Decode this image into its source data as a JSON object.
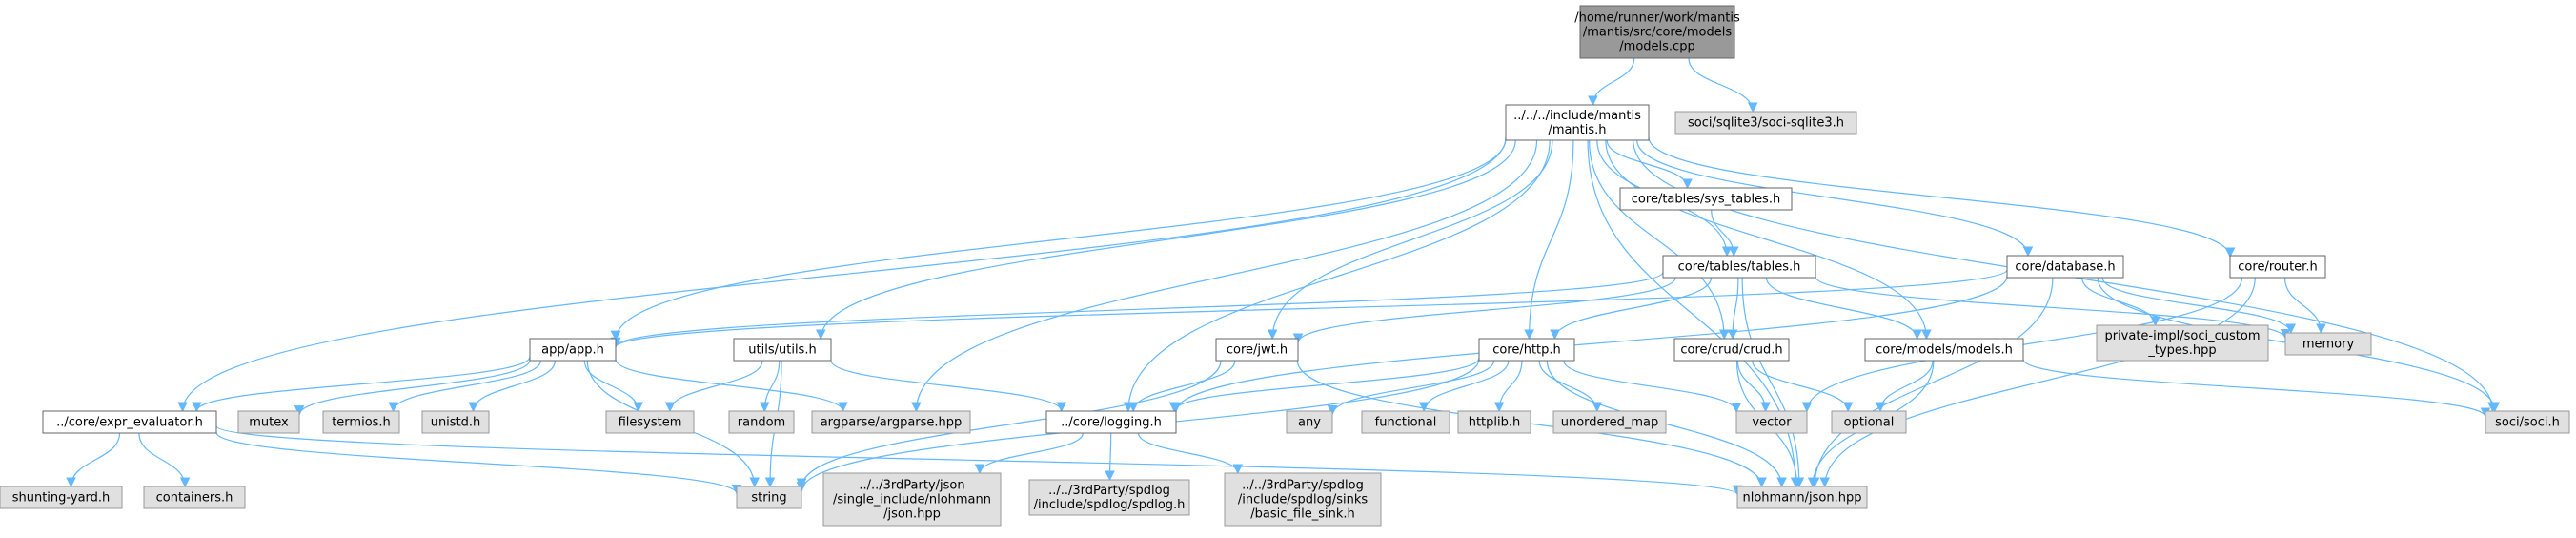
{
  "colors": {
    "root_fill": "#999999",
    "project_fill": "#ffffff",
    "project_stroke": "#666666",
    "external_fill": "#e0e0e0",
    "external_stroke": "#999999",
    "edge": "#63b8ff",
    "text": "#000000"
  },
  "nodes": [
    {
      "id": "models_cpp",
      "lines": [
        "/home/runner/work/mantis",
        "/mantis/src/core/models",
        "/models.cpp"
      ],
      "kind": "root"
    },
    {
      "id": "mantis_h",
      "lines": [
        "../../../include/mantis",
        "/mantis.h"
      ],
      "kind": "project"
    },
    {
      "id": "soci_sqlite3",
      "lines": [
        "soci/sqlite3/soci-sqlite3.h"
      ],
      "kind": "external"
    },
    {
      "id": "sys_tables",
      "lines": [
        "core/tables/sys_tables.h"
      ],
      "kind": "project"
    },
    {
      "id": "tables_h",
      "lines": [
        "core/tables/tables.h"
      ],
      "kind": "project"
    },
    {
      "id": "database_h",
      "lines": [
        "core/database.h"
      ],
      "kind": "project"
    },
    {
      "id": "router_h",
      "lines": [
        "core/router.h"
      ],
      "kind": "project"
    },
    {
      "id": "app_h",
      "lines": [
        "app/app.h"
      ],
      "kind": "project"
    },
    {
      "id": "utils_h",
      "lines": [
        "utils/utils.h"
      ],
      "kind": "project"
    },
    {
      "id": "jwt_h",
      "lines": [
        "core/jwt.h"
      ],
      "kind": "project"
    },
    {
      "id": "http_h",
      "lines": [
        "core/http.h"
      ],
      "kind": "project"
    },
    {
      "id": "crud_h",
      "lines": [
        "core/crud/crud.h"
      ],
      "kind": "project"
    },
    {
      "id": "models_h",
      "lines": [
        "core/models/models.h"
      ],
      "kind": "project"
    },
    {
      "id": "private_impl",
      "lines": [
        "private-impl/soci_custom",
        "_types.hpp"
      ],
      "kind": "external"
    },
    {
      "id": "memory",
      "lines": [
        "memory"
      ],
      "kind": "external"
    },
    {
      "id": "soci_h",
      "lines": [
        "soci/soci.h"
      ],
      "kind": "external"
    },
    {
      "id": "expr_eval",
      "lines": [
        "../core/expr_evaluator.h"
      ],
      "kind": "project"
    },
    {
      "id": "mutex",
      "lines": [
        "mutex"
      ],
      "kind": "external"
    },
    {
      "id": "termios",
      "lines": [
        "termios.h"
      ],
      "kind": "external"
    },
    {
      "id": "unistd",
      "lines": [
        "unistd.h"
      ],
      "kind": "external"
    },
    {
      "id": "filesystem",
      "lines": [
        "filesystem"
      ],
      "kind": "external"
    },
    {
      "id": "random",
      "lines": [
        "random"
      ],
      "kind": "external"
    },
    {
      "id": "argparse",
      "lines": [
        "argparse/argparse.hpp"
      ],
      "kind": "external"
    },
    {
      "id": "logging_h",
      "lines": [
        "../core/logging.h"
      ],
      "kind": "project"
    },
    {
      "id": "any",
      "lines": [
        "any"
      ],
      "kind": "external"
    },
    {
      "id": "functional",
      "lines": [
        "functional"
      ],
      "kind": "external"
    },
    {
      "id": "httplib",
      "lines": [
        "httplib.h"
      ],
      "kind": "external"
    },
    {
      "id": "unordered_map",
      "lines": [
        "unordered_map"
      ],
      "kind": "external"
    },
    {
      "id": "vector",
      "lines": [
        "vector"
      ],
      "kind": "external"
    },
    {
      "id": "optional",
      "lines": [
        "optional"
      ],
      "kind": "external"
    },
    {
      "id": "shunting_yard",
      "lines": [
        "shunting-yard.h"
      ],
      "kind": "external"
    },
    {
      "id": "containers",
      "lines": [
        "containers.h"
      ],
      "kind": "external"
    },
    {
      "id": "string",
      "lines": [
        "string"
      ],
      "kind": "external"
    },
    {
      "id": "json_single",
      "lines": [
        "../../3rdParty/json",
        "/single_include/nlohmann",
        "/json.hpp"
      ],
      "kind": "external"
    },
    {
      "id": "spdlog_h",
      "lines": [
        "../../3rdParty/spdlog",
        "/include/spdlog/spdlog.h"
      ],
      "kind": "external"
    },
    {
      "id": "basic_file_sink",
      "lines": [
        "../../3rdParty/spdlog",
        "/include/spdlog/sinks",
        "/basic_file_sink.h"
      ],
      "kind": "external"
    },
    {
      "id": "nlohmann_json",
      "lines": [
        "nlohmann/json.hpp"
      ],
      "kind": "external"
    }
  ],
  "edges": [
    [
      "models_cpp",
      "mantis_h"
    ],
    [
      "models_cpp",
      "soci_sqlite3"
    ],
    [
      "mantis_h",
      "sys_tables"
    ],
    [
      "mantis_h",
      "tables_h"
    ],
    [
      "mantis_h",
      "database_h"
    ],
    [
      "mantis_h",
      "router_h"
    ],
    [
      "mantis_h",
      "app_h"
    ],
    [
      "mantis_h",
      "utils_h"
    ],
    [
      "mantis_h",
      "jwt_h"
    ],
    [
      "mantis_h",
      "http_h"
    ],
    [
      "mantis_h",
      "crud_h"
    ],
    [
      "mantis_h",
      "models_h"
    ],
    [
      "mantis_h",
      "expr_eval"
    ],
    [
      "mantis_h",
      "argparse"
    ],
    [
      "mantis_h",
      "logging_h"
    ],
    [
      "mantis_h",
      "nlohmann_json"
    ],
    [
      "mantis_h",
      "soci_h"
    ],
    [
      "sys_tables",
      "tables_h"
    ],
    [
      "tables_h",
      "app_h"
    ],
    [
      "tables_h",
      "jwt_h"
    ],
    [
      "tables_h",
      "http_h"
    ],
    [
      "tables_h",
      "crud_h"
    ],
    [
      "tables_h",
      "models_h"
    ],
    [
      "tables_h",
      "memory"
    ],
    [
      "tables_h",
      "nlohmann_json"
    ],
    [
      "database_h",
      "app_h"
    ],
    [
      "database_h",
      "logging_h"
    ],
    [
      "database_h",
      "private_impl"
    ],
    [
      "database_h",
      "memory"
    ],
    [
      "database_h",
      "soci_h"
    ],
    [
      "database_h",
      "nlohmann_json"
    ],
    [
      "router_h",
      "memory"
    ],
    [
      "router_h",
      "vector"
    ],
    [
      "router_h",
      "nlohmann_json"
    ],
    [
      "app_h",
      "expr_eval"
    ],
    [
      "app_h",
      "mutex"
    ],
    [
      "app_h",
      "termios"
    ],
    [
      "app_h",
      "unistd"
    ],
    [
      "app_h",
      "filesystem"
    ],
    [
      "app_h",
      "argparse"
    ],
    [
      "app_h",
      "string"
    ],
    [
      "utils_h",
      "filesystem"
    ],
    [
      "utils_h",
      "random"
    ],
    [
      "utils_h",
      "string"
    ],
    [
      "utils_h",
      "logging_h"
    ],
    [
      "jwt_h",
      "logging_h"
    ],
    [
      "jwt_h",
      "string"
    ],
    [
      "jwt_h",
      "nlohmann_json"
    ],
    [
      "http_h",
      "logging_h"
    ],
    [
      "http_h",
      "any"
    ],
    [
      "http_h",
      "functional"
    ],
    [
      "http_h",
      "httplib"
    ],
    [
      "http_h",
      "unordered_map"
    ],
    [
      "http_h",
      "vector"
    ],
    [
      "http_h",
      "string"
    ],
    [
      "http_h",
      "nlohmann_json"
    ],
    [
      "crud_h",
      "vector"
    ],
    [
      "crud_h",
      "optional"
    ],
    [
      "crud_h",
      "nlohmann_json"
    ],
    [
      "models_h",
      "optional"
    ],
    [
      "models_h",
      "soci_h"
    ],
    [
      "models_h",
      "nlohmann_json"
    ],
    [
      "expr_eval",
      "shunting_yard"
    ],
    [
      "expr_eval",
      "containers"
    ],
    [
      "expr_eval",
      "string"
    ],
    [
      "expr_eval",
      "nlohmann_json"
    ],
    [
      "logging_h",
      "json_single"
    ],
    [
      "logging_h",
      "spdlog_h"
    ],
    [
      "logging_h",
      "basic_file_sink"
    ]
  ]
}
